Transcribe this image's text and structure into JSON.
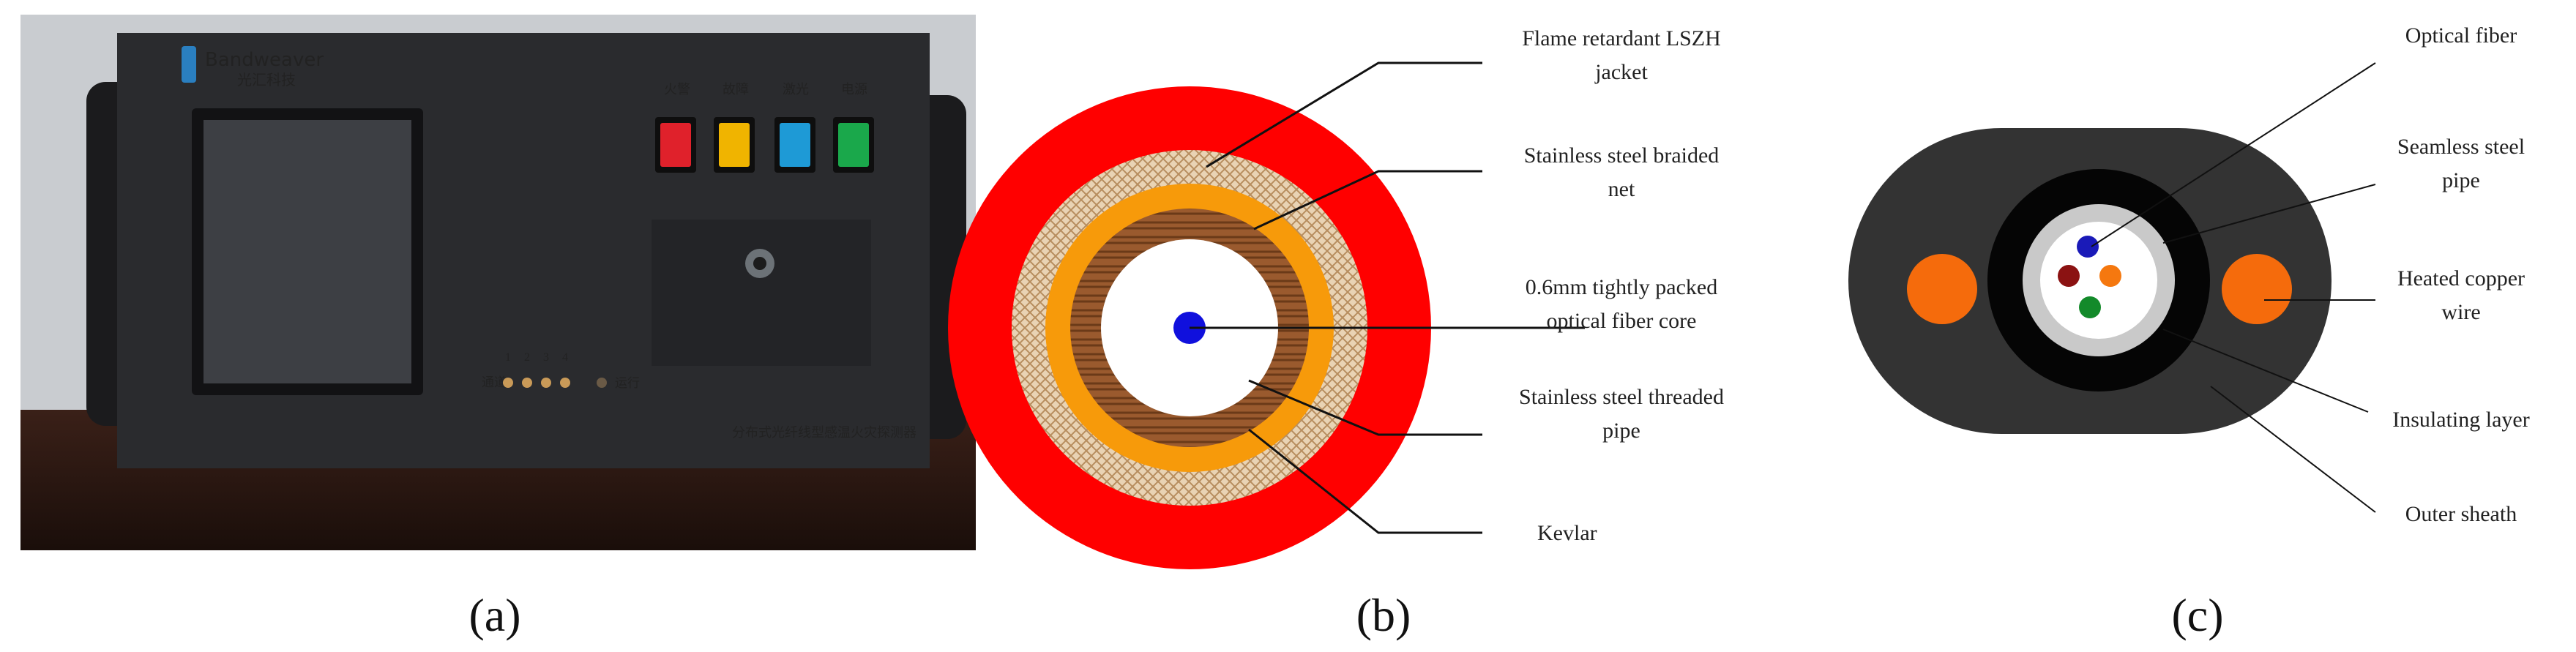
{
  "panel_a": {
    "brand": "Bandweaver",
    "brand_cn": "光汇科技",
    "button_labels": [
      "火警",
      "故障",
      "激光",
      "电源"
    ],
    "channel_label": "通道",
    "channel_numbers": [
      "1",
      "2",
      "3",
      "4"
    ],
    "run_label": "运行",
    "product_line": "分布式光纤线型感温火灾探测器",
    "colors": {
      "fire": "#e0212b",
      "fault": "#f0b400",
      "laser": "#1e9ad6",
      "power": "#1aa84b"
    },
    "caption": "(a)"
  },
  "panel_b": {
    "labels": {
      "jacket_1": "Flame retardant LSZH",
      "jacket_2": "jacket",
      "braid_1": "Stainless steel braided",
      "braid_2": "net",
      "core_1": "0.6mm tightly packed",
      "core_2": "optical fiber core",
      "pipe_1": "Stainless steel threaded",
      "pipe_2": "pipe",
      "kevlar": "Kevlar"
    },
    "colors": {
      "jacket": "#ff0000",
      "braid": "#e9d3b4",
      "kevlar": "#f79a0a",
      "pipe": "#9a5a2e",
      "core": "#1010dd"
    },
    "caption": "(b)"
  },
  "panel_c": {
    "labels": {
      "fiber": "Optical fiber",
      "steel_1": "Seamless steel",
      "steel_2": "pipe",
      "copper_1": "Heated copper",
      "copper_2": "wire",
      "insulating": "Insulating layer",
      "sheath": "Outer sheath"
    },
    "colors": {
      "sheath": "#333333",
      "insulating": "#050505",
      "steel_pipe": "#c9c9c9",
      "copper": "#f56b0c",
      "fiber_blue": "#1a1ab8",
      "fiber_red": "#8b1212",
      "fiber_orange": "#f5780f",
      "fiber_green": "#138a2a"
    },
    "caption": "(c)"
  }
}
